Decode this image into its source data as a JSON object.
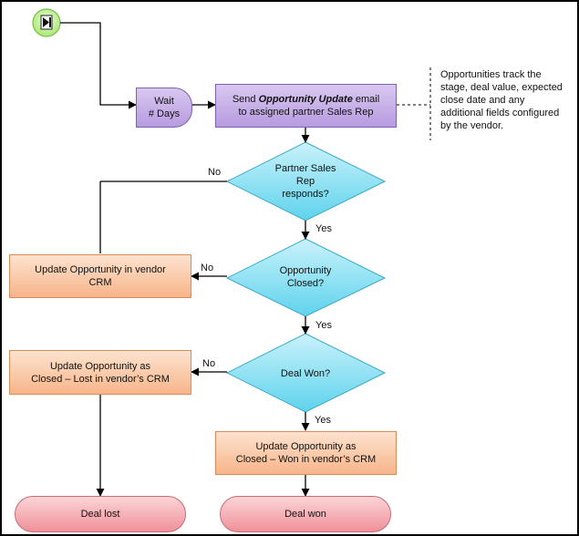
{
  "start_icon": "play-next-icon",
  "nodes": {
    "wait": {
      "line1": "Wait",
      "line2": "# Days"
    },
    "send_email": {
      "prefix": "Send ",
      "emphasis": "Opportunity Update",
      "suffix": " email",
      "line2": "to assigned partner Sales Rep"
    },
    "decision_responds": {
      "line1": "Partner Sales",
      "line2": "Rep",
      "line3": "responds?"
    },
    "decision_closed": {
      "line1": "Opportunity",
      "line2": "Closed?"
    },
    "decision_won": {
      "text": "Deal Won?"
    },
    "update_vendor_crm": {
      "line1": "Update Opportunity in vendor",
      "line2": "CRM"
    },
    "update_lost": {
      "line1": "Update Opportunity as",
      "line2": "Closed – Lost in vendor’s CRM"
    },
    "update_won": {
      "line1": "Update Opportunity as",
      "line2": "Closed – Won in vendor’s CRM"
    },
    "deal_lost": {
      "text": "Deal lost"
    },
    "deal_won": {
      "text": "Deal won"
    }
  },
  "edge_labels": {
    "responds_no": "No",
    "responds_yes": "Yes",
    "closed_no": "No",
    "closed_yes": "Yes",
    "won_no": "No",
    "won_yes": "Yes"
  },
  "annotation": {
    "lines": [
      "Opportunities track the",
      "stage, deal value, expected",
      "close date and any",
      "additional fields configured",
      "by the vendor."
    ]
  },
  "colors": {
    "purple": "#b79be0",
    "orange": "#f7b58a",
    "diamond": "#5fd3ec",
    "terminal": "#f0909a",
    "start": "#bff08e"
  }
}
